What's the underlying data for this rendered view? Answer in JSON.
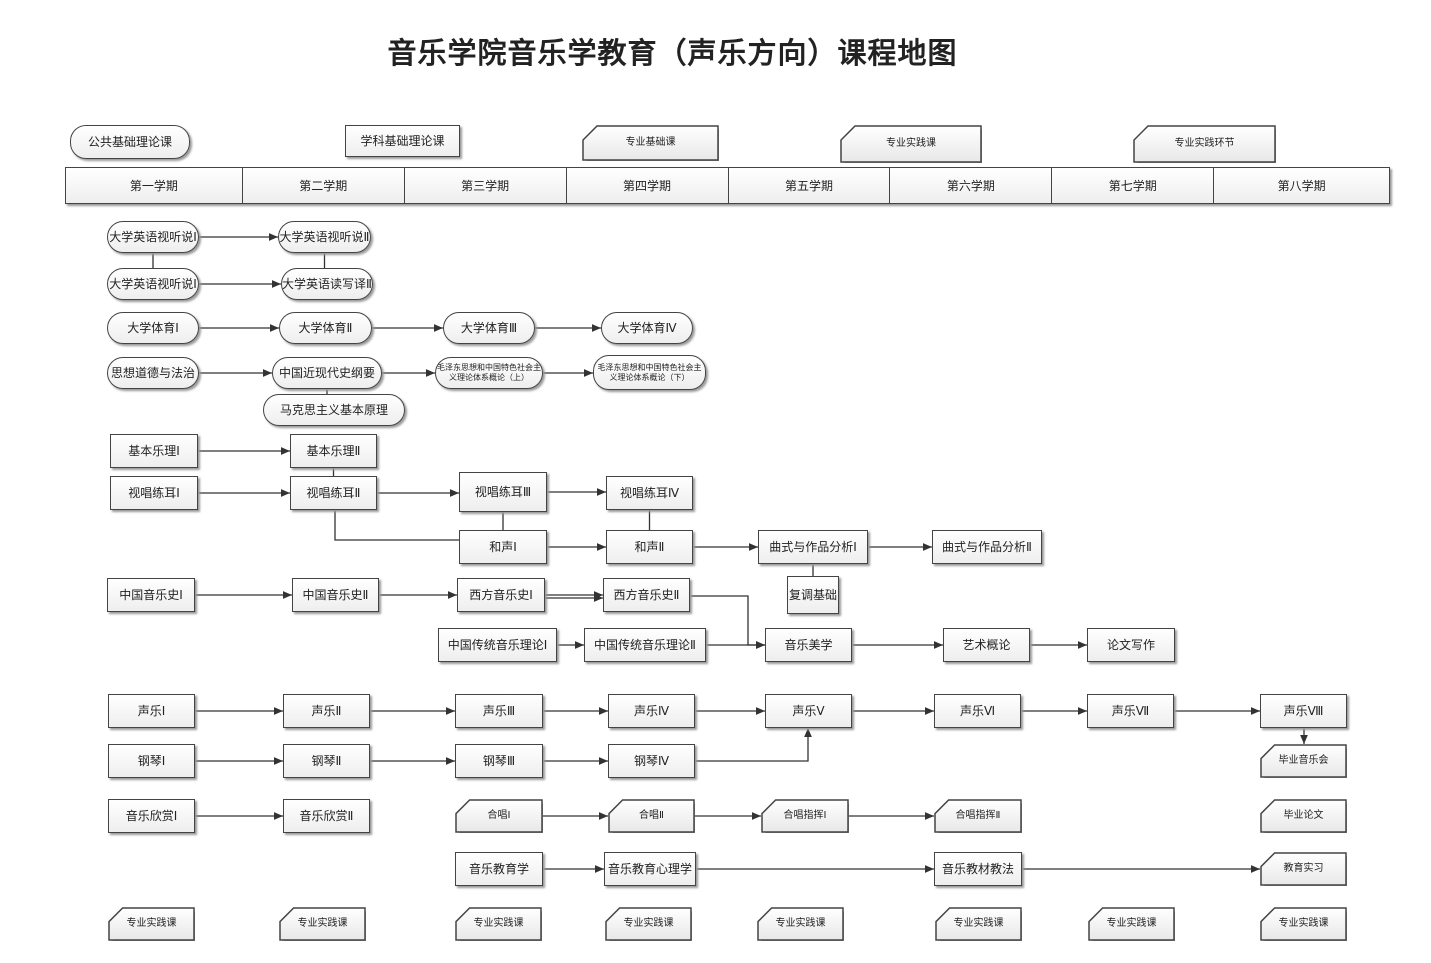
{
  "title": "音乐学院音乐学教育（声乐方向）课程地图",
  "legend": {
    "public": "公共基础理论课",
    "subject": "学科基础理论课",
    "major": "专业基础课",
    "practice_course": "专业实践课",
    "practice_link": "专业实践环节"
  },
  "semesters": [
    "第一学期",
    "第二学期",
    "第三学期",
    "第四学期",
    "第五学期",
    "第六学期",
    "第七学期",
    "第八学期"
  ],
  "nodes": {
    "eng1": "大学英语视听说Ⅰ",
    "eng2": "大学英语视听说Ⅱ",
    "eng3": "大学英语视听说Ⅰ",
    "eng4": "大学英语读写译Ⅱ",
    "pe1": "大学体育Ⅰ",
    "pe2": "大学体育Ⅱ",
    "pe3": "大学体育Ⅲ",
    "pe4": "大学体育Ⅳ",
    "moral": "思想道德与法治",
    "history": "中国近现代史纲要",
    "mao1": "毛泽东思想和中国特色社会主义理论体系概论（上）",
    "mao2": "毛泽东思想和中国特色社会主义理论体系概论（下）",
    "marx": "马克思主义基本原理",
    "theory1": "基本乐理Ⅰ",
    "theory2": "基本乐理Ⅱ",
    "ear1": "视唱练耳Ⅰ",
    "ear2": "视唱练耳Ⅱ",
    "ear3": "视唱练耳Ⅲ",
    "ear4": "视唱练耳Ⅳ",
    "harm1": "和声Ⅰ",
    "harm2": "和声Ⅱ",
    "form1": "曲式与作品分析Ⅰ",
    "form2": "曲式与作品分析Ⅱ",
    "poly": "复调基础",
    "cmh1": "中国音乐史Ⅰ",
    "cmh2": "中国音乐史Ⅱ",
    "wmh1": "西方音乐史Ⅰ",
    "wmh2": "西方音乐史Ⅱ",
    "ctm1": "中国传统音乐理论Ⅰ",
    "ctm2": "中国传统音乐理论Ⅱ",
    "aesth": "音乐美学",
    "art": "艺术概论",
    "thesis_w": "论文写作",
    "v1": "声乐Ⅰ",
    "v2": "声乐Ⅱ",
    "v3": "声乐Ⅲ",
    "v4": "声乐Ⅳ",
    "v5": "声乐Ⅴ",
    "v6": "声乐Ⅵ",
    "v7": "声乐Ⅶ",
    "v8": "声乐Ⅷ",
    "p1": "钢琴Ⅰ",
    "p2": "钢琴Ⅱ",
    "p3": "钢琴Ⅲ",
    "p4": "钢琴Ⅳ",
    "app1": "音乐欣赏Ⅰ",
    "app2": "音乐欣赏Ⅱ",
    "ch1": "合唱Ⅰ",
    "ch2": "合唱Ⅱ",
    "cc1": "合唱指挥Ⅰ",
    "cc2": "合唱指挥Ⅱ",
    "concert": "毕业音乐会",
    "gthesis": "毕业论文",
    "edu": "音乐教育学",
    "edupsy": "音乐教育心理学",
    "textbook": "音乐教材教法",
    "intern": "教育实习",
    "pr1": "专业实践课",
    "pr2": "专业实践课",
    "pr3": "专业实践课",
    "pr4": "专业实践课",
    "pr5": "专业实践课",
    "pr6": "专业实践课",
    "pr7": "专业实践课",
    "pr8": "专业实践课"
  }
}
